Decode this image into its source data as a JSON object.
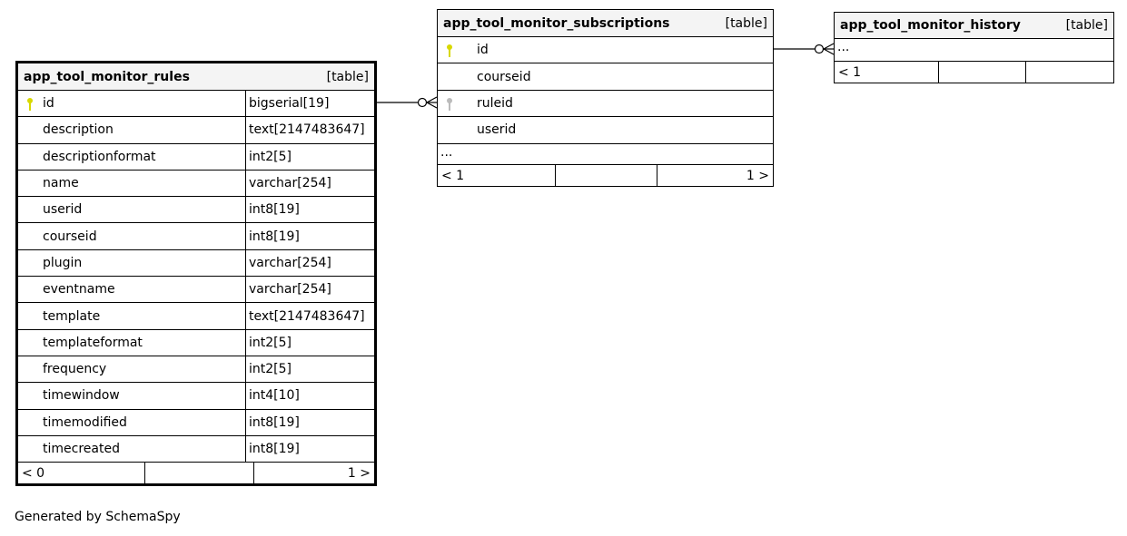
{
  "tables": {
    "rules": {
      "name": "app_tool_monitor_rules",
      "kind": "[table]",
      "columns": [
        {
          "name": "id",
          "type": "bigserial[19]",
          "key": "primary"
        },
        {
          "name": "description",
          "type": "text[2147483647]"
        },
        {
          "name": "descriptionformat",
          "type": "int2[5]"
        },
        {
          "name": "name",
          "type": "varchar[254]"
        },
        {
          "name": "userid",
          "type": "int8[19]"
        },
        {
          "name": "courseid",
          "type": "int8[19]"
        },
        {
          "name": "plugin",
          "type": "varchar[254]"
        },
        {
          "name": "eventname",
          "type": "varchar[254]"
        },
        {
          "name": "template",
          "type": "text[2147483647]"
        },
        {
          "name": "templateformat",
          "type": "int2[5]"
        },
        {
          "name": "frequency",
          "type": "int2[5]"
        },
        {
          "name": "timewindow",
          "type": "int4[10]"
        },
        {
          "name": "timemodified",
          "type": "int8[19]"
        },
        {
          "name": "timecreated",
          "type": "int8[19]"
        }
      ],
      "parents": "< 0",
      "children": "1 >"
    },
    "subscriptions": {
      "name": "app_tool_monitor_subscriptions",
      "kind": "[table]",
      "columns": [
        {
          "name": "id",
          "key": "primary"
        },
        {
          "name": "courseid"
        },
        {
          "name": "ruleid",
          "key": "foreign"
        },
        {
          "name": "userid"
        }
      ],
      "more": "...",
      "parents": "< 1",
      "children": "1 >"
    },
    "history": {
      "name": "app_tool_monitor_history",
      "kind": "[table]",
      "more": "...",
      "parents": "< 1",
      "children": ""
    }
  },
  "footer": "Generated by SchemaSpy",
  "colors": {
    "primary_key": "#d8d800",
    "foreign_key": "#bbbbbb",
    "header_bg": "#f4f4f4"
  }
}
